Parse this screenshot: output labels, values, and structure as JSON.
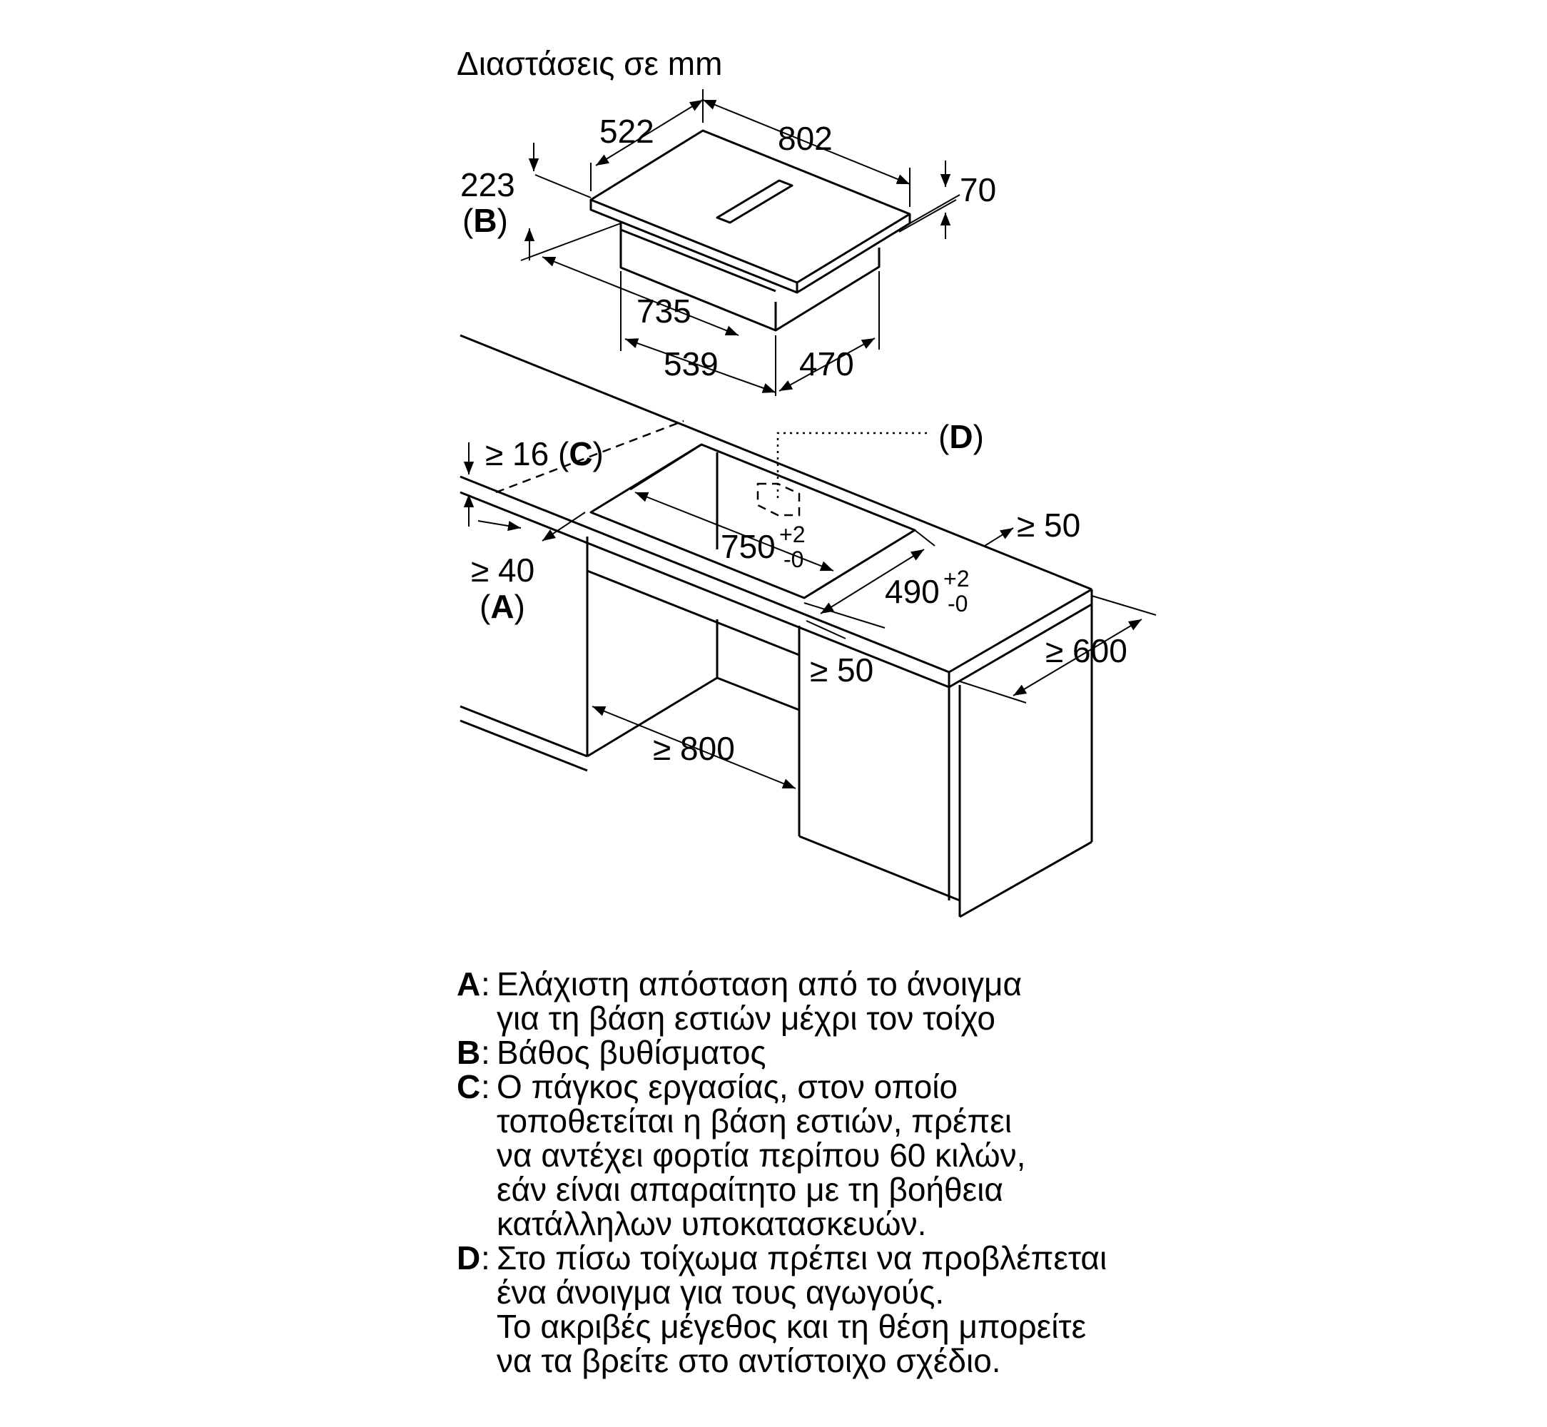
{
  "title": "Διαστάσεις σε mm",
  "dimensions": {
    "width_522": "522",
    "width_802": "802",
    "height_223": "223",
    "label_B": "B",
    "height_70": "70",
    "depth_735": "735",
    "depth_539": "539",
    "depth_470": "470",
    "min_16": "≥ 16",
    "label_C": "C",
    "label_D": "D",
    "cutout_750": "750",
    "tol_750_plus": "+2",
    "tol_750_minus": "-0",
    "cutout_490": "490",
    "tol_490_plus": "+2",
    "tol_490_minus": "-0",
    "min_50_back": "≥ 50",
    "min_40": "≥ 40",
    "label_A": "A",
    "min_50_front": "≥ 50",
    "min_600": "≥ 600",
    "min_800": "≥ 800"
  },
  "legend": [
    {
      "key": "A",
      "lines": [
        "Ελάχιστη απόσταση από το άνοιγμα",
        "για τη βάση εστιών μέχρι τον τοίχο"
      ]
    },
    {
      "key": "B",
      "lines": [
        "Βάθος βυθίσματος"
      ]
    },
    {
      "key": "C",
      "lines": [
        "Ο πάγκος εργασίας, στον οποίο",
        "τοποθετείται η βάση εστιών, πρέπει",
        "να αντέχει φορτία περίπου 60 κιλών,",
        "εάν είναι απαραίτητο με τη βοήθεια",
        "κατάλληλων υποκατασκευών."
      ]
    },
    {
      "key": "D",
      "lines": [
        "Στο πίσω τοίχωμα πρέπει να προβλέπεται",
        "ένα άνοιγμα για τους αγωγούς.",
        "Το ακριβές μέγεθος και τη θέση μπορείτε",
        "να τα βρείτε στο αντίστοιχο σχέδιο."
      ]
    }
  ]
}
